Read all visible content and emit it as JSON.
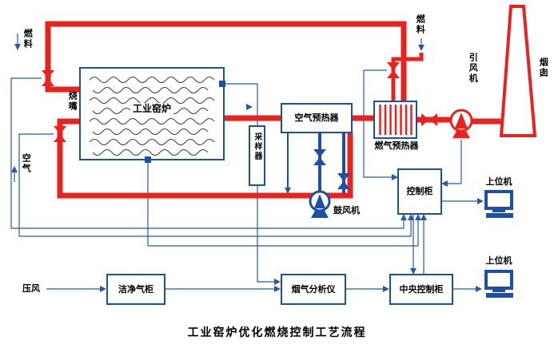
{
  "title": "工业窑炉优化燃烧控制工艺流程",
  "colors": {
    "pipe_red": "#e8231f",
    "line_blue": "#1d50a2",
    "signal_blue": "#2b57a7"
  },
  "labels": {
    "fuel_left": "燃料",
    "burner": "烧嘴",
    "air": "空气",
    "kiln": "工业窑炉",
    "sampler": "采样器",
    "air_preheater": "空气预热器",
    "gas_preheater": "燃气预热器",
    "fuel_right": "燃料",
    "induced_fan": "引风机",
    "chimney": "烟囱",
    "blower": "鼓风机",
    "control_cabinet": "控制柜",
    "host_top": "上位机",
    "host_bottom": "上位机",
    "compressed_air": "压风",
    "clean_gas_cabinet": "洁净气柜",
    "flue_gas_analyzer": "烟气分析仪",
    "central_control_cabinet": "中央控制柜"
  }
}
